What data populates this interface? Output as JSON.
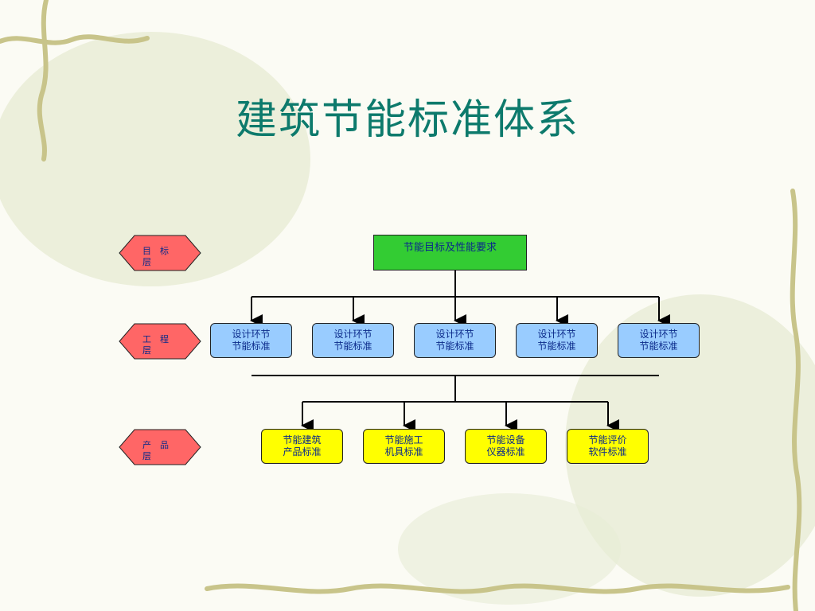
{
  "slide": {
    "title": "建筑节能标准体系"
  },
  "layers": [
    {
      "label": "目　标　层"
    },
    {
      "label": "工　程　层"
    },
    {
      "label": "产　品　层"
    }
  ],
  "goal": {
    "label": "节能目标及性能要求"
  },
  "engineering_standards": [
    {
      "label": "设计环节\n节能标准"
    },
    {
      "label": "设计环节\n节能标准"
    },
    {
      "label": "设计环节\n节能标准"
    },
    {
      "label": "设计环节\n节能标准"
    },
    {
      "label": "设计环节\n节能标准"
    }
  ],
  "product_standards": [
    {
      "label": "节能建筑\n产品标准"
    },
    {
      "label": "节能施工\n机具标准"
    },
    {
      "label": "节能设备\n仪器标准"
    },
    {
      "label": "节能评价\n软件标准"
    }
  ],
  "colors": {
    "title": "#0d7a6c",
    "layer_fill": "#ff6666",
    "goal_fill": "#33cc33",
    "engineering_fill": "#99ccff",
    "product_fill": "#ffff00",
    "text": "#0b2a8a"
  }
}
